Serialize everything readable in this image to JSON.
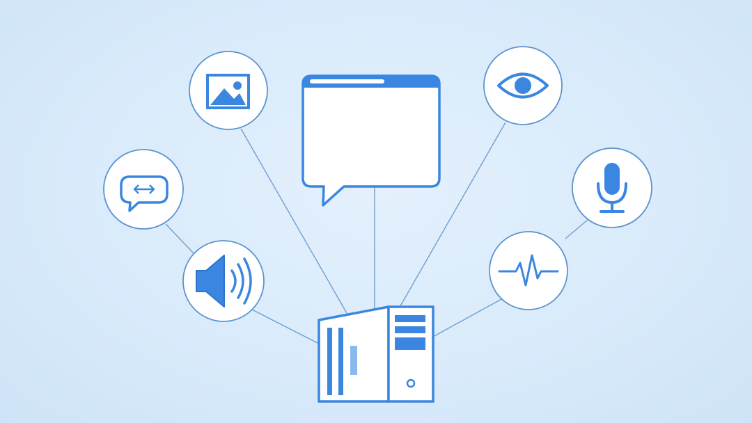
{
  "colors": {
    "background": "#d9ebfb",
    "line": "#6f9fcf",
    "accent": "#3a86e0",
    "accent_light": "#8bb9ee",
    "node_fill": "#ffffff"
  },
  "hub": {
    "icon": "server-tower-icon"
  },
  "nodes": [
    {
      "id": "image",
      "icon": "image-icon"
    },
    {
      "id": "chat",
      "icon": "chat-bubble-window-icon"
    },
    {
      "id": "vision",
      "icon": "eye-icon"
    },
    {
      "id": "translate",
      "icon": "speech-bubble-arrows-icon"
    },
    {
      "id": "microphone",
      "icon": "microphone-icon"
    },
    {
      "id": "speaker",
      "icon": "speaker-icon"
    },
    {
      "id": "waveform",
      "icon": "waveform-icon"
    }
  ]
}
